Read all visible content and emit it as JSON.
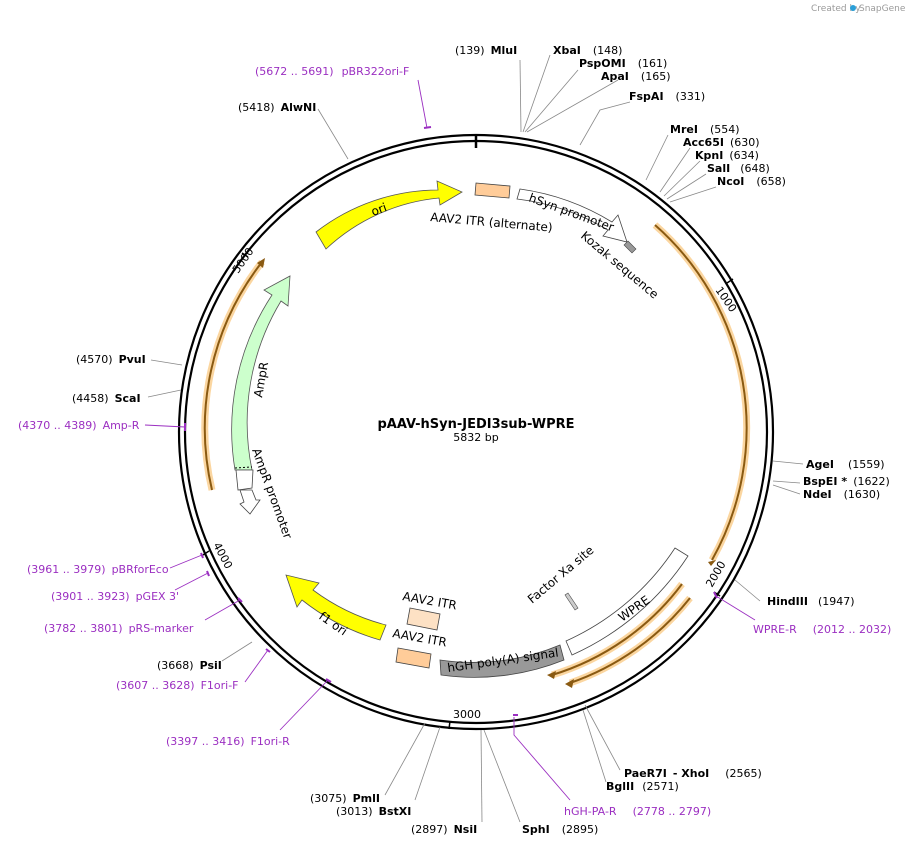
{
  "credit": {
    "created_by": "Created by",
    "brand": "SnapGene"
  },
  "plasmid": {
    "name": "pAAV-hSyn-JEDI3sub-WPRE",
    "length": "5832 bp"
  },
  "colors": {
    "primer": "#9b2fc1",
    "ori": "#ffff00",
    "ampr": "#ccffcc",
    "itr": "#ffcc99",
    "polyA": "#999999",
    "orf": "#f3a536"
  },
  "ticks": [
    "1000",
    "2000",
    "3000",
    "4000",
    "5000"
  ],
  "sites": [
    {
      "name": "MluI",
      "pos": "(139)"
    },
    {
      "name": "XbaI",
      "pos": "(148)"
    },
    {
      "name": "PspOMI",
      "pos": "(161)"
    },
    {
      "name": "ApaI",
      "pos": "(165)"
    },
    {
      "name": "FspAI",
      "pos": "(331)"
    },
    {
      "name": "MreI",
      "pos": "(554)"
    },
    {
      "name": "Acc65I",
      "pos": "(630)"
    },
    {
      "name": "KpnI",
      "pos": "(634)"
    },
    {
      "name": "SalI",
      "pos": "(648)"
    },
    {
      "name": "NcoI",
      "pos": "(658)"
    },
    {
      "name": "AgeI",
      "pos": "(1559)"
    },
    {
      "name": "BspEI",
      "pos": "(1622)",
      "marker": "*"
    },
    {
      "name": "NdeI",
      "pos": "(1630)"
    },
    {
      "name": "HindIII",
      "pos": "(1947)"
    },
    {
      "name": "PaeR7I",
      "pos": "(2565)",
      "second": "- XhoI"
    },
    {
      "name": "BglII",
      "pos": "(2571)"
    },
    {
      "name": "SphI",
      "pos": "(2895)"
    },
    {
      "name": "NsiI",
      "pos": "(2897)"
    },
    {
      "name": "BstXI",
      "pos": "(3013)"
    },
    {
      "name": "PmlI",
      "pos": "(3075)"
    },
    {
      "name": "PsiI",
      "pos": "(3668)"
    },
    {
      "name": "ScaI",
      "pos": "(4458)"
    },
    {
      "name": "PvuI",
      "pos": "(4570)"
    },
    {
      "name": "AlwNI",
      "pos": "(5418)"
    }
  ],
  "primers": [
    {
      "name": "pBR322ori-F",
      "range": "(5672 .. 5691)"
    },
    {
      "name": "WPRE-R",
      "range": "(2012 .. 2032)"
    },
    {
      "name": "hGH-PA-R",
      "range": "(2778 .. 2797)"
    },
    {
      "name": "F1ori-R",
      "range": "(3397 .. 3416)"
    },
    {
      "name": "F1ori-F",
      "range": "(3607 .. 3628)"
    },
    {
      "name": "pRS-marker",
      "range": "(3782 .. 3801)"
    },
    {
      "name": "pGEX 3'",
      "range": "(3901 .. 3923)"
    },
    {
      "name": "pBRforEco",
      "range": "(3961 .. 3979)"
    },
    {
      "name": "Amp-R",
      "range": "(4370 .. 4389)"
    }
  ],
  "features": {
    "ori": "ori",
    "itr_alt": "AAV2 ITR (alternate)",
    "hsyn": "hSyn promoter",
    "kozak": "Kozak sequence",
    "factor_xa": "Factor Xa site",
    "wpre": "WPRE",
    "hgh": "hGH poly(A) signal",
    "itr1": "AAV2 ITR",
    "itr2": "AAV2 ITR",
    "f1ori": "f1 ori",
    "ampr": "AmpR",
    "ampr_promoter": "AmpR promoter"
  }
}
